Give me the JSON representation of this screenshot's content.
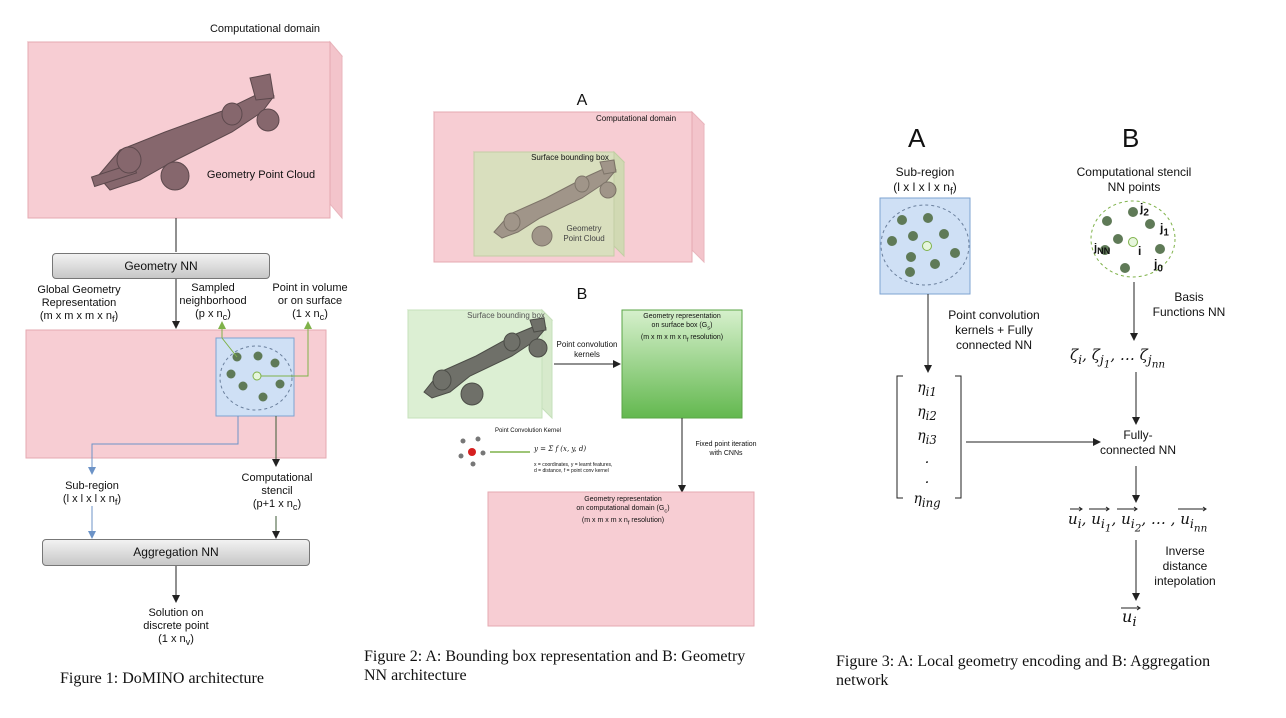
{
  "fig1": {
    "domain_label": "Computational domain",
    "point_cloud_label": "Geometry Point Cloud",
    "geometry_nn": "Geometry NN",
    "global_geom": [
      "Global Geometry",
      "Representation",
      "(m x m x m x n",
      "f",
      ")"
    ],
    "sampled": [
      "Sampled",
      "neighborhood",
      "(p x n",
      "c",
      ")"
    ],
    "point_in_volume": [
      "Point in volume",
      "or on surface",
      "(1 x n",
      "c",
      ")"
    ],
    "subregion": [
      "Sub-region",
      "(l x l x l x n",
      "f",
      ")"
    ],
    "stencil": [
      "Computational",
      "stencil",
      "(p+1 x n",
      "c",
      ")"
    ],
    "aggregation_nn": "Aggregation NN",
    "solution": [
      "Solution on",
      "discrete point",
      "(1 x n",
      "v",
      ")"
    ],
    "caption": "Figure 1: DoMINO architecture"
  },
  "fig2": {
    "label_a": "A",
    "label_b": "B",
    "domain_label": "Computational domain",
    "surface_bbox": "Surface bounding box",
    "geometry_point_cloud": [
      "Geometry",
      "Point Cloud"
    ],
    "b_surface_bbox": "Surface bounding box",
    "point_conv_kernels": [
      "Point convolution",
      "kernels"
    ],
    "geom_rep_surface": [
      "Geometry representation",
      "on surface box (G",
      "s",
      ")",
      "(m x m x m x n",
      "f",
      " resolution)"
    ],
    "fixed_point": [
      "Fixed point iteration",
      "with CNNs"
    ],
    "geom_rep_domain": [
      "Geometry representation",
      "on computational domain (G",
      "c",
      ")",
      "(m x m x m x n",
      "f",
      " resolution)"
    ],
    "kernel_title": "Point Convolution Kernel",
    "kernel_formula": "y = Σ f (x, y, d)",
    "kernel_legend": [
      "x = coordinates, y = learnt features,",
      "d = distance, f = point conv kernel"
    ],
    "caption": [
      "Figure 2: A: Bounding box representation and B: Geometry",
      "NN architecture"
    ]
  },
  "fig3": {
    "label_a": "A",
    "label_b": "B",
    "subregion": [
      "Sub-region",
      "(l x l x l x n",
      "f",
      ")"
    ],
    "stencil_title": [
      "Computational stencil",
      "NN points"
    ],
    "j2": "j",
    "j2_sub": "2",
    "j1": "j",
    "j1_sub": "1",
    "jnn": "j",
    "jnn_sub": "NN",
    "i": "i",
    "j0": "j",
    "j0_sub": "0",
    "point_conv": [
      "Point convolution",
      "kernels + Fully",
      "connected NN"
    ],
    "basis_nn": [
      "Basis",
      "Functions NN"
    ],
    "zeta": "ζ",
    "eta_vector": [
      "η",
      "η",
      "η",
      ".",
      ".",
      "η"
    ],
    "eta_subs": [
      "i1",
      "i2",
      "i3",
      "",
      "",
      "ing"
    ],
    "fully_connected": [
      "Fully-",
      "connected NN"
    ],
    "u_vector": "u",
    "inverse": [
      "Inverse",
      "distance",
      "intepolation"
    ],
    "u_final": "u",
    "caption": [
      "Figure 3: A: Local geometry encoding and B: Aggregation",
      "network"
    ]
  },
  "colors": {
    "pink": "#f7cdd3",
    "pink_edge": "#e6a9b1",
    "blue": "#cfe0f5",
    "green_dot": "#5f7a57",
    "green_box": "#7cc46a",
    "car": "#7a5d63"
  }
}
